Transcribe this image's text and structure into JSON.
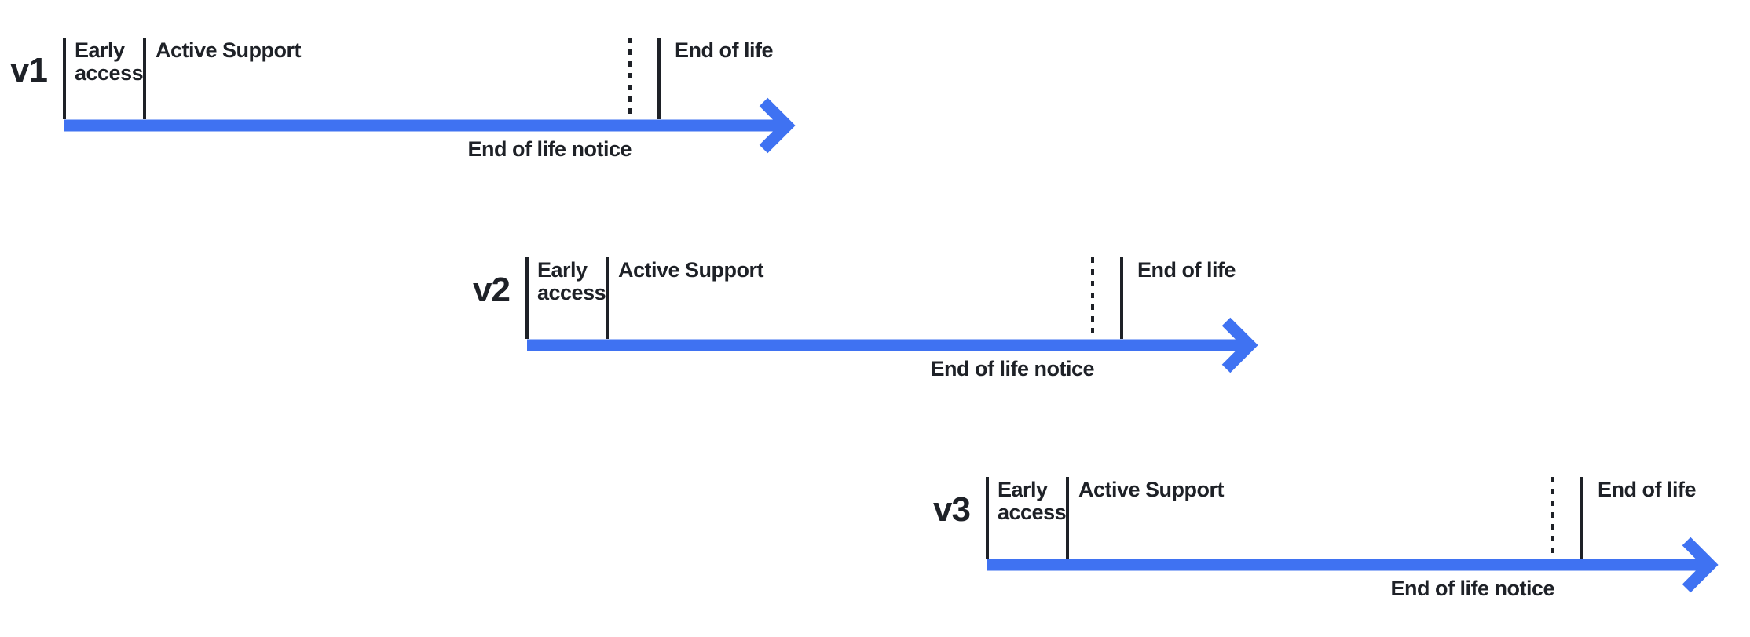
{
  "colors": {
    "arrow": "#3F72F2",
    "line": "#1E2127",
    "text": "#1E2127",
    "background": "#FFFFFF"
  },
  "diagram": {
    "type": "version-lifecycle-timelines",
    "timelines": [
      {
        "version": "v1",
        "labels": {
          "early_access": "Early access",
          "active_support": "Active Support",
          "end_of_life": "End of life",
          "end_of_life_notice": "End of life notice"
        }
      },
      {
        "version": "v2",
        "labels": {
          "early_access": "Early access",
          "active_support": "Active Support",
          "end_of_life": "End of life",
          "end_of_life_notice": "End of life notice"
        }
      },
      {
        "version": "v3",
        "labels": {
          "early_access": "Early access",
          "active_support": "Active Support",
          "end_of_life": "End of life",
          "end_of_life_notice": "End of life notice"
        }
      }
    ]
  }
}
